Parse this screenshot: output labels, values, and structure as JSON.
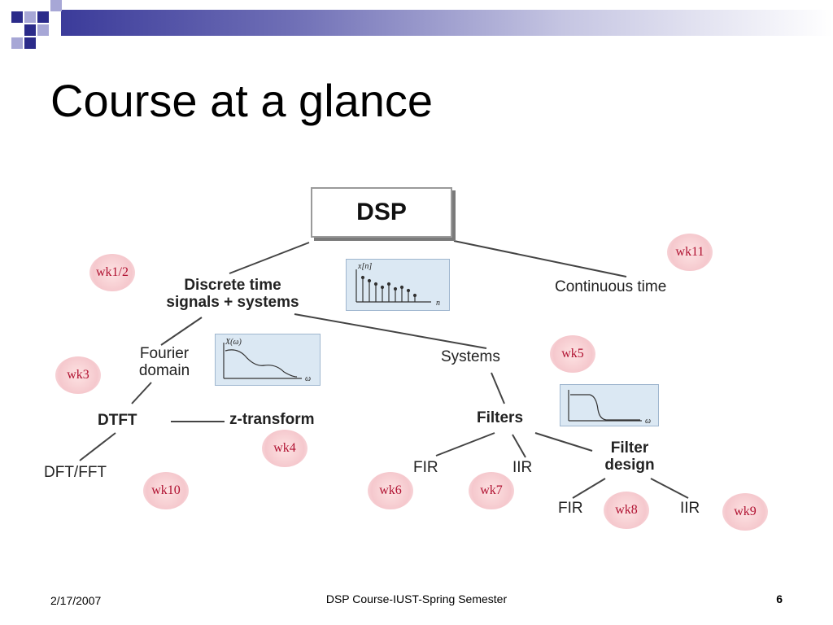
{
  "slide": {
    "title": "Course at a glance",
    "footer": {
      "date": "2/17/2007",
      "course": "DSP Course-IUST-Spring Semester",
      "page": "6"
    }
  },
  "diagram": {
    "root": "DSP",
    "nodes": {
      "discrete_line1": "Discrete time",
      "discrete_line2": "signals + systems",
      "continuous": "Continuous time",
      "fourier_line1": "Fourier",
      "fourier_line2": "domain",
      "systems": "Systems",
      "dtft": "DTFT",
      "ztransform": "z-transform",
      "filters": "Filters",
      "dft": "DFT/FFT",
      "fir1": "FIR",
      "iir1": "IIR",
      "filter_design_line1": "Filter",
      "filter_design_line2": "design",
      "fir2": "FIR",
      "iir2": "IIR"
    },
    "badges": {
      "wk1_2": "wk1/2",
      "wk11": "wk11",
      "wk3": "wk3",
      "wk5": "wk5",
      "wk4": "wk4",
      "wk10": "wk10",
      "wk6": "wk6",
      "wk7": "wk7",
      "wk8": "wk8",
      "wk9": "wk9"
    },
    "mini_plots": {
      "signal_y": "x[n]",
      "signal_x": "n",
      "spectrum_y": "X(ω)",
      "spectrum_x": "ω",
      "filter_x": "ω"
    }
  },
  "colors": {
    "badge_text": "#b01030",
    "header_bar": "#3b3b9a",
    "square": "#2b2b8a"
  }
}
